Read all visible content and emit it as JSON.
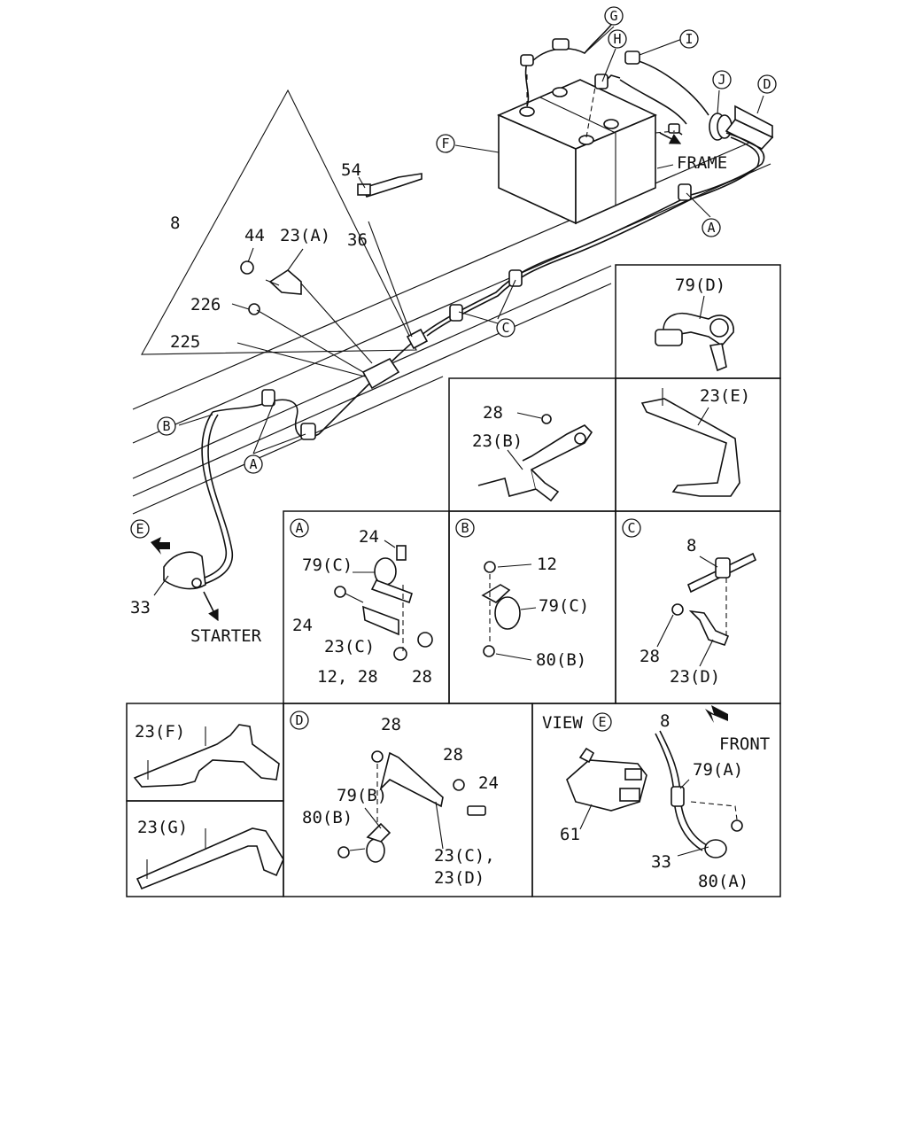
{
  "callouts": {
    "A": "A",
    "B": "B",
    "C": "C",
    "D": "D",
    "E": "E",
    "F": "F",
    "G": "G",
    "H": "H",
    "I": "I",
    "J": "J"
  },
  "main_view": {
    "frame_label": "FRAME",
    "starter_label": "STARTER",
    "labels": {
      "p54": "54",
      "p8": "8",
      "p44": "44",
      "p23A": "23(A)",
      "p36": "36",
      "p226": "226",
      "p225": "225",
      "p33": "33"
    }
  },
  "panels": {
    "p79D": {
      "label": "79(D)"
    },
    "p23B": {
      "l28": "28",
      "l23B": "23(B)"
    },
    "p23E": {
      "l23E": "23(E)"
    },
    "detailA": {
      "l24a": "24",
      "l79C": "79(C)",
      "l24b": "24",
      "l23C": "23(C)",
      "l1228": "12, 28",
      "l28": "28"
    },
    "detailB": {
      "l12": "12",
      "l79C": "79(C)",
      "l80B": "80(B)"
    },
    "detailC": {
      "l8": "8",
      "l28": "28",
      "l23D": "23(D)"
    },
    "p23F": {
      "label": "23(F)"
    },
    "p23G": {
      "label": "23(G)"
    },
    "detailD": {
      "l28a": "28",
      "l28b": "28",
      "l24": "24",
      "l79B": "79(B)",
      "l80B": "80(B)",
      "l23C": "23(C),",
      "l23D": "23(D)"
    },
    "viewE": {
      "view": "VIEW",
      "l8": "8",
      "front": "FRONT",
      "l79A": "79(A)",
      "l61": "61",
      "l33": "33",
      "l80A": "80(A)"
    }
  }
}
